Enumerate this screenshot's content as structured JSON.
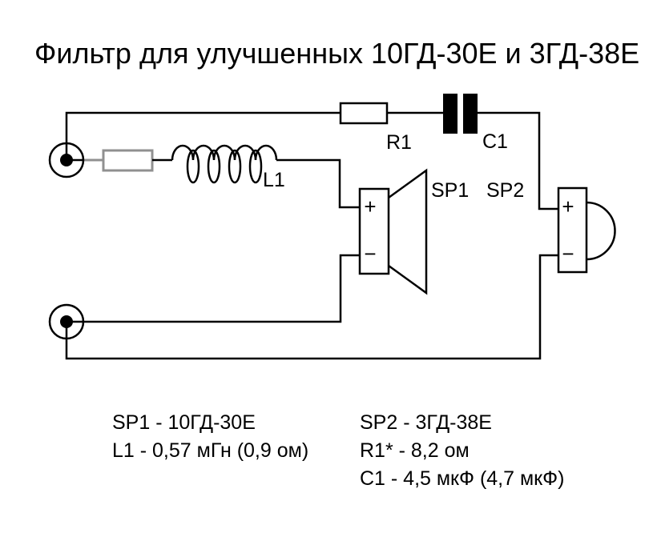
{
  "title": "Фильтр для улучшенных 10ГД-30Е и 3ГД-38Е",
  "schematic": {
    "labels": {
      "l1": "L1",
      "r1": "R1",
      "c1": "C1",
      "sp1": "SP1",
      "sp2": "SP2",
      "plus": "+",
      "minus": "−"
    },
    "colors": {
      "wire": "#000000",
      "input_lead": "#909090",
      "background": "#ffffff"
    }
  },
  "legend": {
    "left": [
      "SP1 - 10ГД-30Е",
      "L1 - 0,57 мГн (0,9 ом)"
    ],
    "right": [
      "SP2 - 3ГД-38Е",
      "R1* - 8,2 ом",
      "C1 - 4,5 мкФ (4,7 мкФ)"
    ]
  }
}
